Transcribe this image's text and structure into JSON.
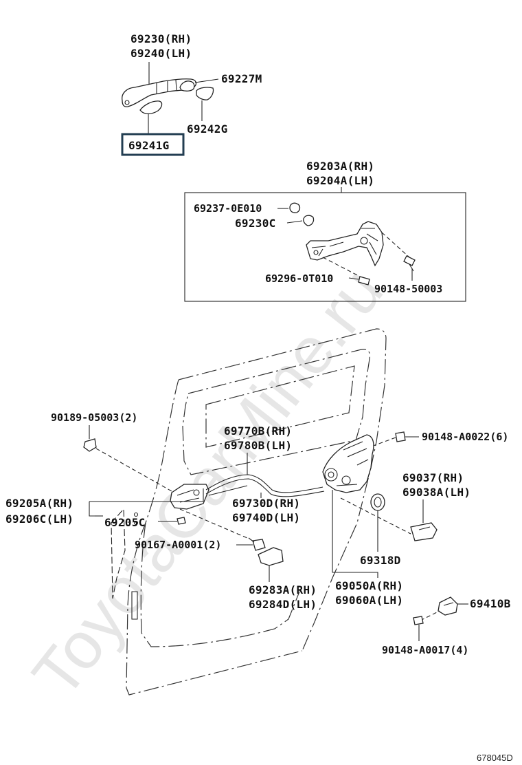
{
  "diagram": {
    "watermark": "ToyotaCarMine.ru",
    "diagram_code": "678045D",
    "highlighted_part": "69241G",
    "callouts": {
      "handle_rh": "69230(RH)",
      "handle_lh": "69240(LH)",
      "p69227M": "69227M",
      "p69242G": "69242G",
      "p69241G": "69241G",
      "frame_rh": "69203A(RH)",
      "frame_lh": "69204A(LH)",
      "p69237": "69237-0E010",
      "p69230C": "69230C",
      "p69296": "69296-0T010",
      "p90148_50003": "90148-50003",
      "p90189": "90189-05003(2)",
      "cable_rh": "69770B(RH)",
      "cable_lh": "69780B(LH)",
      "p90148_a0022": "90148-A0022(6)",
      "p69037": "69037(RH)",
      "p69038a": "69038A(LH)",
      "inside_rh": "69205A(RH)",
      "inside_lh": "69206C(LH)",
      "p69205c": "69205C",
      "rod_rh": "69730D(RH)",
      "rod_lh": "69740D(LH)",
      "p90167": "90167-A0001(2)",
      "p69318d": "69318D",
      "cover_rh": "69283A(RH)",
      "cover_lh": "69284D(LH)",
      "lock_rh": "69050A(RH)",
      "lock_lh": "69060A(LH)",
      "p69410b": "69410B",
      "p90148_a0017": "90148-A0017(4)"
    }
  }
}
